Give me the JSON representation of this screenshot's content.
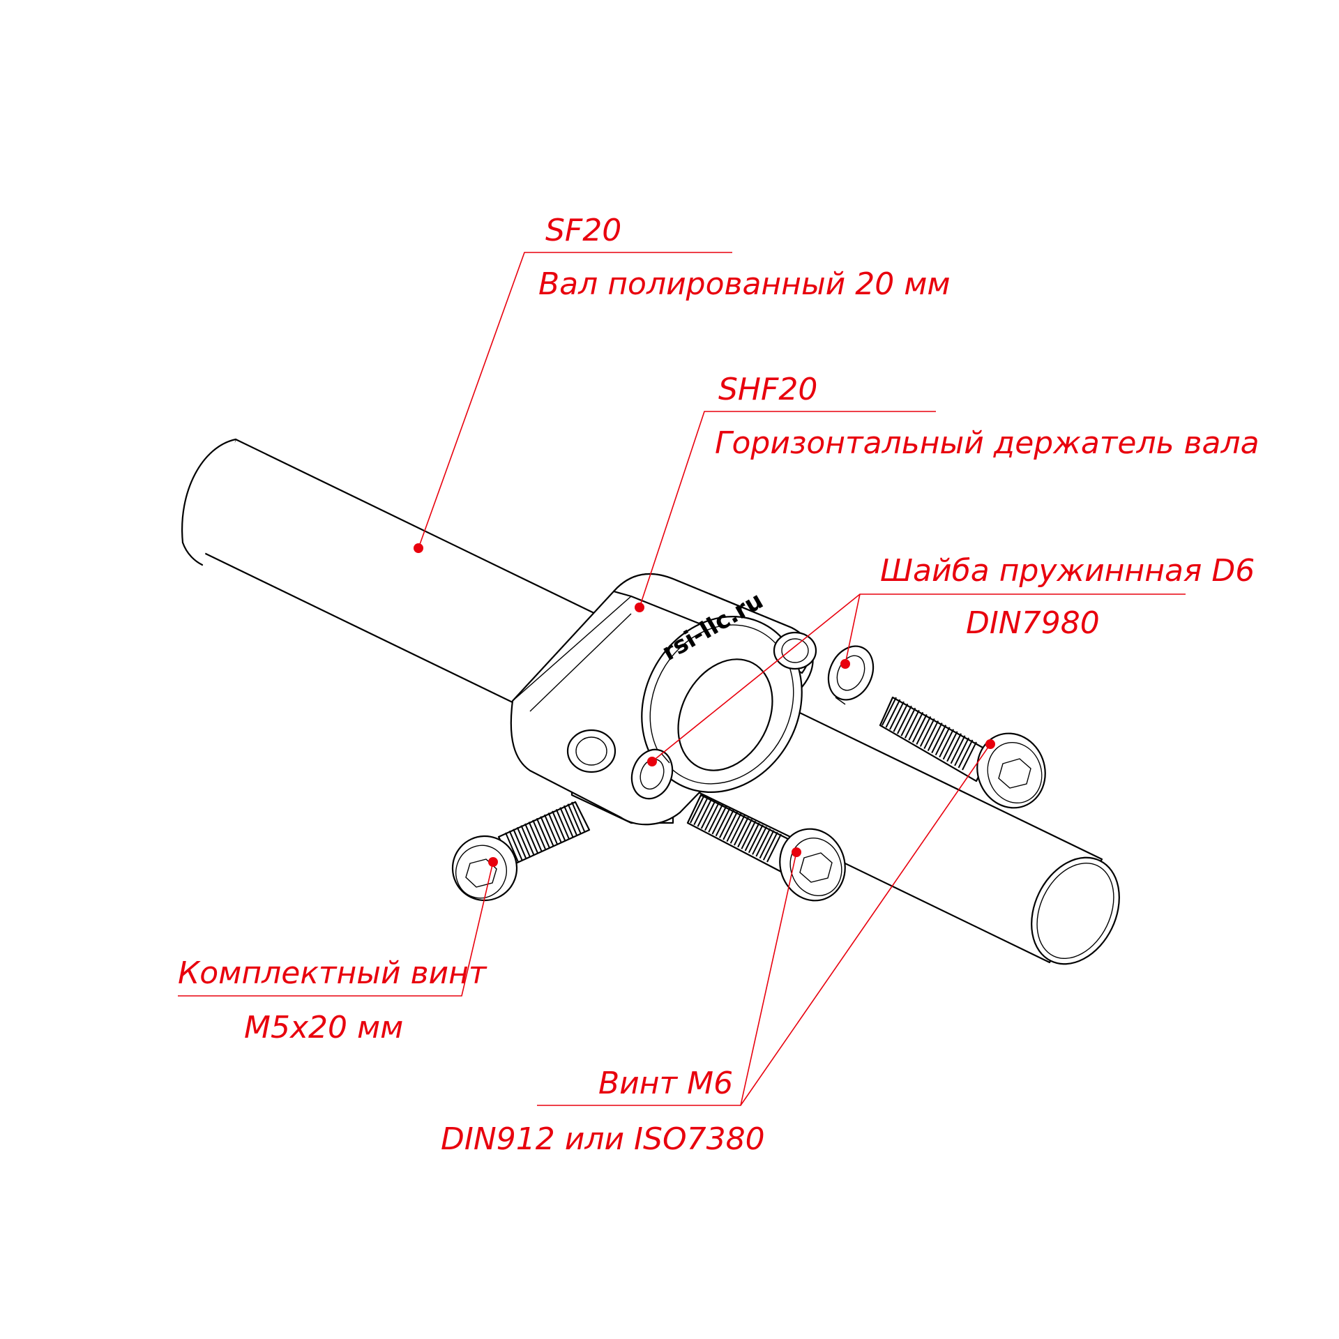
{
  "labels": {
    "shaft": {
      "code": "SF20",
      "name": "Вал полированный 20 мм"
    },
    "holder": {
      "code": "SHF20",
      "name": "Горизонтальный держатель вала"
    },
    "washer": {
      "name": "Шайба пружиннная D6",
      "standard": "DIN7980"
    },
    "set_screw": {
      "name": "Комплектный винт",
      "size": "M5x20 мм"
    },
    "screw_m6": {
      "name": "Винт М6",
      "standard": "DIN912 или ISO7380"
    }
  },
  "holder_marking": "rsi-llc.ru",
  "colors": {
    "callout": "#e8000d",
    "outline": "#000000",
    "background": "#ffffff"
  }
}
